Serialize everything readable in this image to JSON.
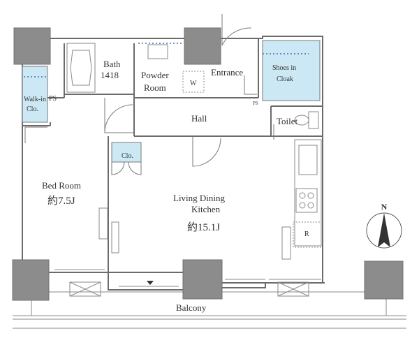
{
  "rooms": {
    "bath": "Bath",
    "bath_size": "1418",
    "powder_line1": "Powder",
    "powder_line2": "Room",
    "washer": "W",
    "entrance": "Entrance",
    "shoes_line1": "Shoes in",
    "shoes_line2": "Cloak",
    "walkin_line1": "Walk-in",
    "walkin_line2": "Clo.",
    "ps": "PS",
    "ps_small": "PS",
    "hall": "Hall",
    "toilet": "Toilet",
    "clo": "Clo.",
    "bedroom_name": "Bed Room",
    "bedroom_size": "約7.5J",
    "ldk_line1": "Living Dining",
    "ldk_line2": "Kitchen",
    "ldk_size": "約15.1J",
    "fridge": "R",
    "balcony": "Balcony"
  },
  "compass": {
    "label": "N"
  },
  "colors": {
    "storage": "#cce8f4",
    "column": "#8c8c8c",
    "wall": "#6b6b6b"
  }
}
